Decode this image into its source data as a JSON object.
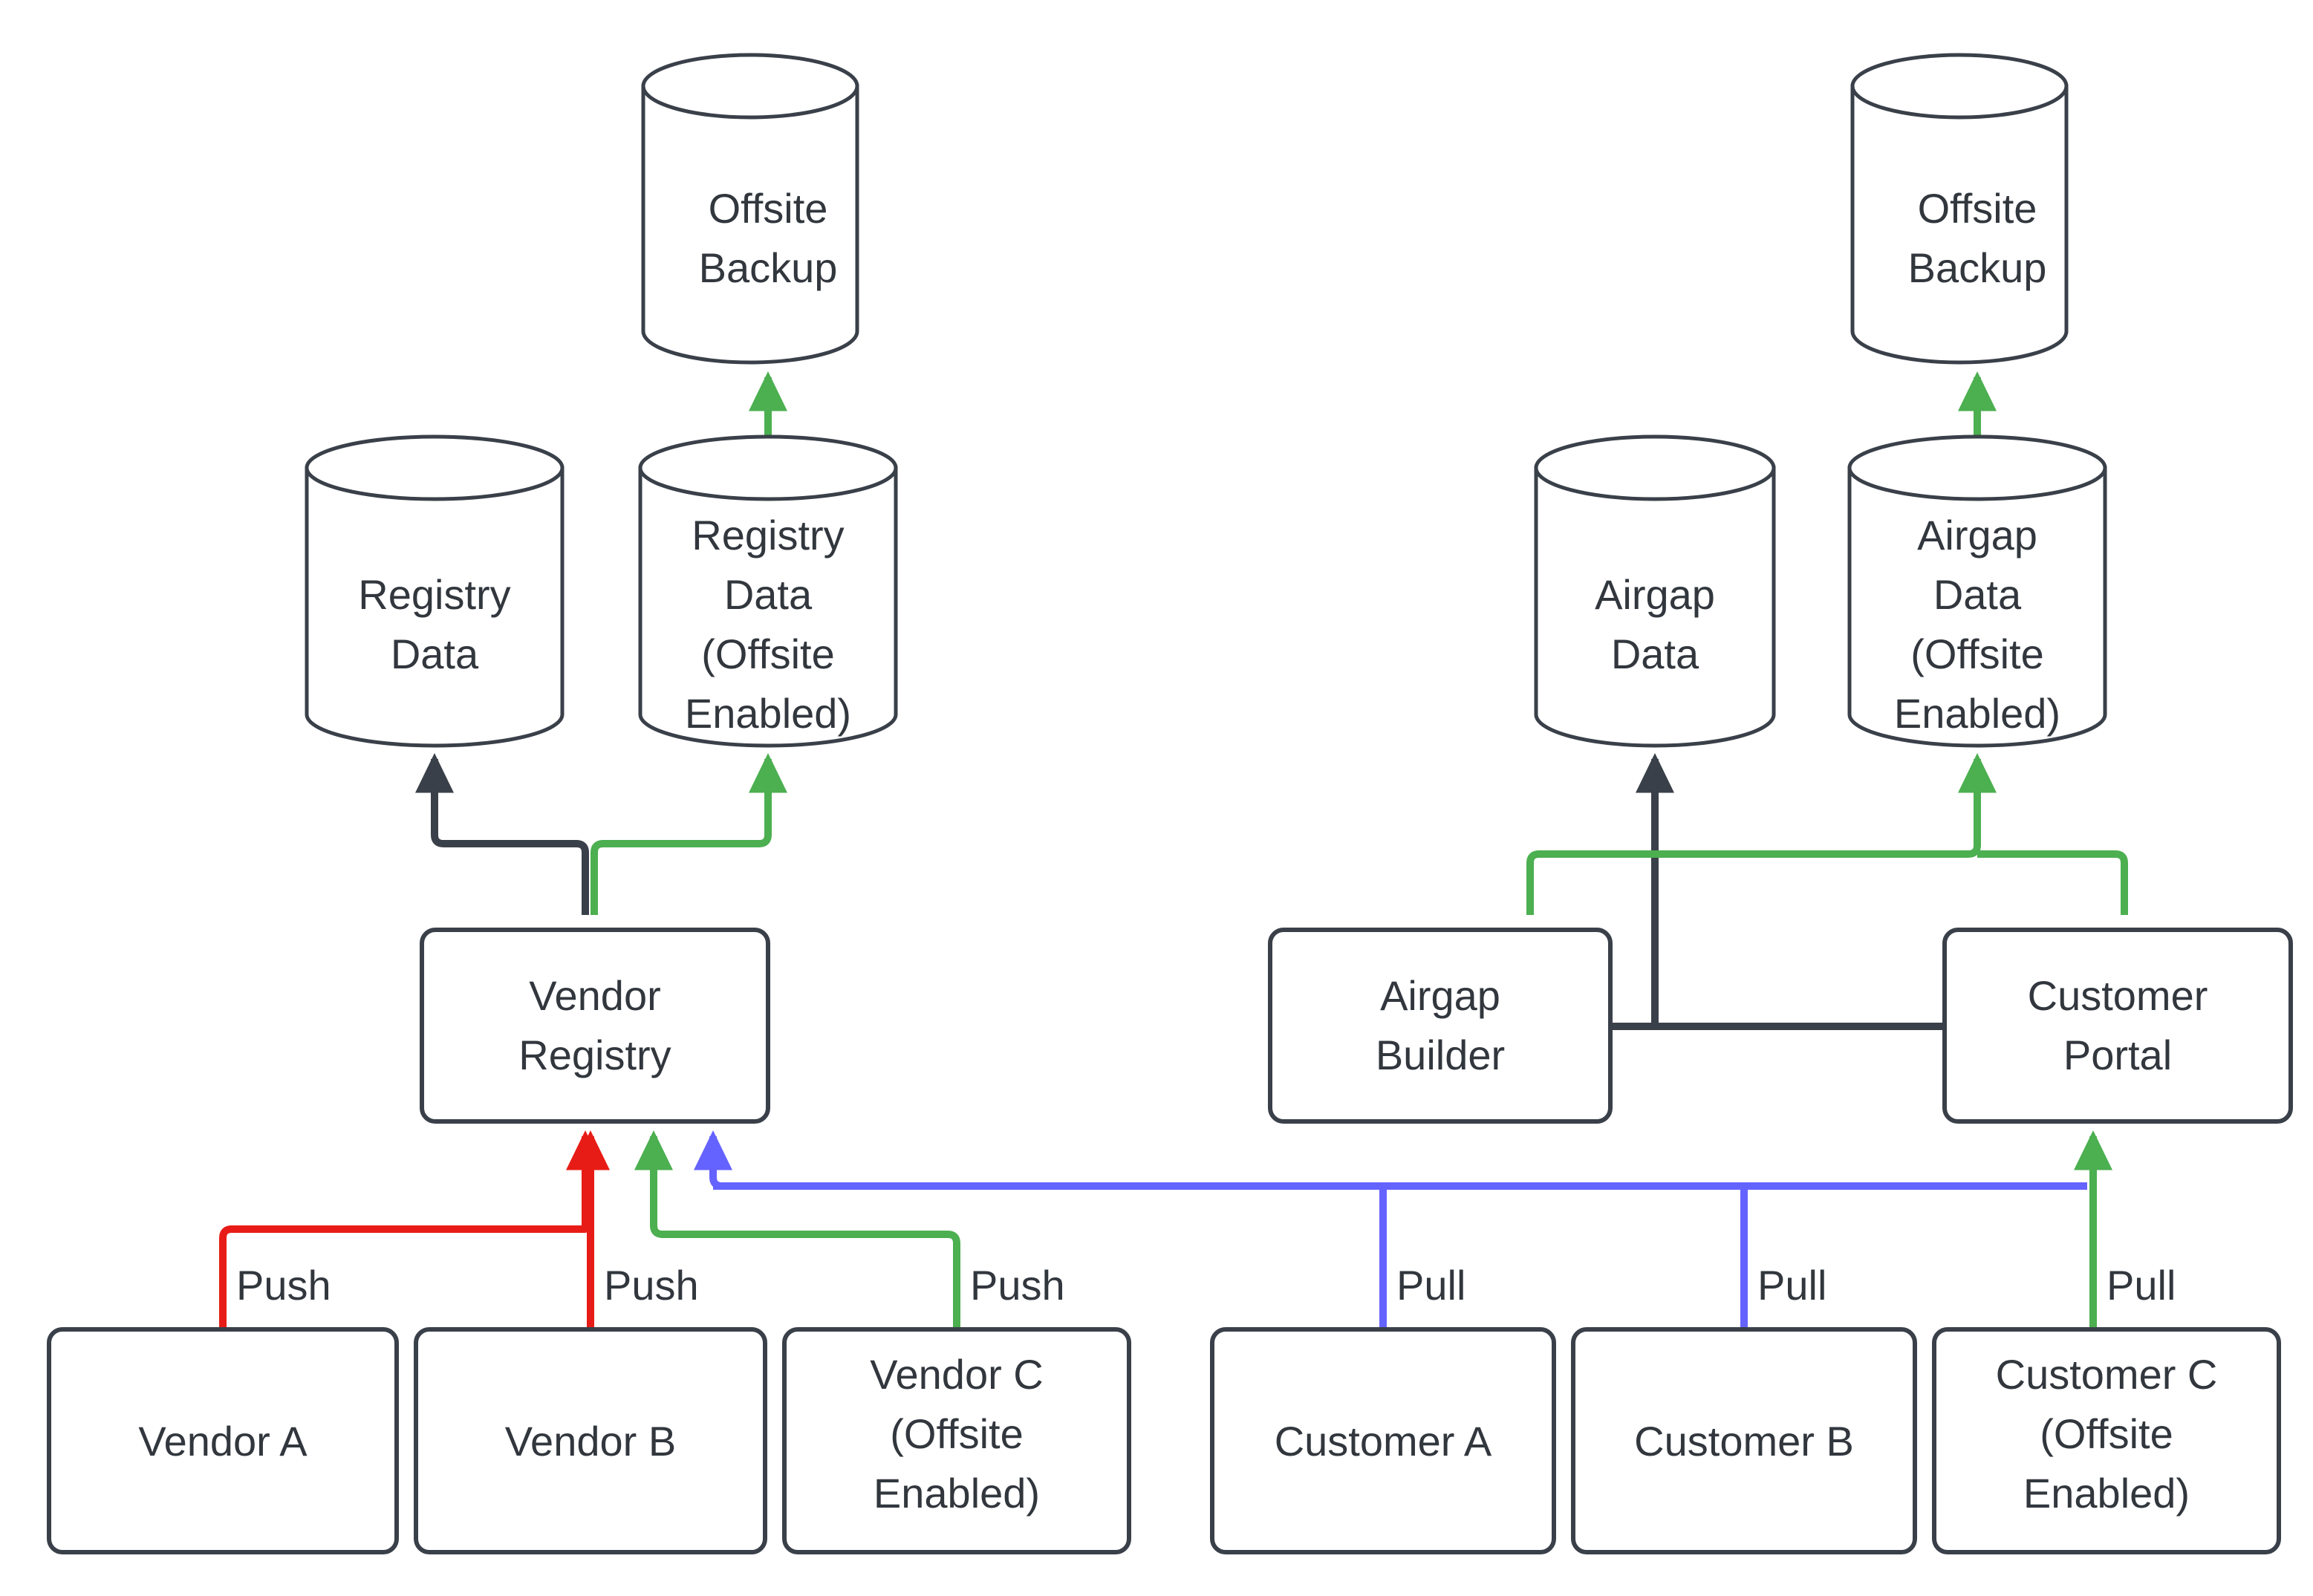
{
  "diagram": {
    "background_color": "#ffffff",
    "node_stroke_color": "#3a4049",
    "text_color": "#32373e",
    "colors": {
      "dark": "#3a4049",
      "green": "#4caf50",
      "red": "#e81c16",
      "purple": "#6563ff"
    },
    "nodes": {
      "offsite_backup_left": {
        "label": "Offsite\nBackup",
        "line1": "Offsite",
        "line2": "Backup",
        "shape": "cylinder"
      },
      "offsite_backup_right": {
        "label": "Offsite\nBackup",
        "line1": "Offsite",
        "line2": "Backup",
        "shape": "cylinder"
      },
      "registry_data": {
        "line1": "Registry",
        "line2": "Data",
        "shape": "cylinder"
      },
      "registry_data_offsite": {
        "line1": "Registry",
        "line2": "Data",
        "line3": "(Offsite",
        "line4": "Enabled)",
        "shape": "cylinder"
      },
      "airgap_data": {
        "line1": "Airgap",
        "line2": "Data",
        "shape": "cylinder"
      },
      "airgap_data_offsite": {
        "line1": "Airgap",
        "line2": "Data",
        "line3": "(Offsite",
        "line4": "Enabled)",
        "shape": "cylinder"
      },
      "vendor_registry": {
        "line1": "Vendor",
        "line2": "Registry",
        "shape": "rounded-rect"
      },
      "airgap_builder": {
        "line1": "Airgap",
        "line2": "Builder",
        "shape": "rounded-rect"
      },
      "customer_portal": {
        "line1": "Customer",
        "line2": "Portal",
        "shape": "rounded-rect"
      },
      "vendor_a": {
        "line1": "Vendor A",
        "shape": "rounded-rect"
      },
      "vendor_b": {
        "line1": "Vendor B",
        "shape": "rounded-rect"
      },
      "vendor_c": {
        "line1": "Vendor C",
        "line2": "(Offsite",
        "line3": "Enabled)",
        "shape": "rounded-rect"
      },
      "customer_a": {
        "line1": "Customer A",
        "shape": "rounded-rect"
      },
      "customer_b": {
        "line1": "Customer B",
        "shape": "rounded-rect"
      },
      "customer_c": {
        "line1": "Customer C",
        "line2": "(Offsite",
        "line3": "Enabled)",
        "shape": "rounded-rect"
      }
    },
    "edge_labels": {
      "push_a": "Push",
      "push_b": "Push",
      "push_c": "Push",
      "pull_a": "Pull",
      "pull_b": "Pull",
      "pull_c": "Pull"
    }
  }
}
